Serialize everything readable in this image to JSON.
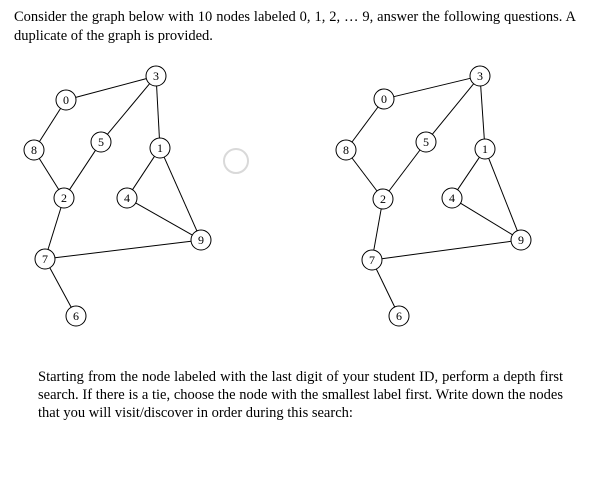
{
  "intro_text": "Consider the graph below with 10 nodes labeled 0, 1, 2, … 9, answer the following questions. A duplicate of the graph is provided.",
  "question_text": "Starting from the node labeled with the last digit of your student ID, perform a depth first search. If there is a tie, choose the node with the smallest label first. Write down the nodes that you will visit/discover in order during this search:",
  "graphs": [
    {
      "name": "graph-original",
      "node_labels": [
        "0",
        "1",
        "2",
        "3",
        "4",
        "5",
        "6",
        "7",
        "8",
        "9"
      ],
      "edges": [
        [
          "0",
          "3"
        ],
        [
          "0",
          "8"
        ],
        [
          "8",
          "2"
        ],
        [
          "2",
          "5"
        ],
        [
          "5",
          "3"
        ],
        [
          "3",
          "1"
        ],
        [
          "1",
          "4"
        ],
        [
          "1",
          "9"
        ],
        [
          "4",
          "9"
        ],
        [
          "2",
          "7"
        ],
        [
          "7",
          "9"
        ],
        [
          "7",
          "6"
        ]
      ]
    },
    {
      "name": "graph-duplicate",
      "node_labels": [
        "0",
        "1",
        "2",
        "3",
        "4",
        "5",
        "6",
        "7",
        "8",
        "9"
      ],
      "edges": [
        [
          "0",
          "3"
        ],
        [
          "0",
          "8"
        ],
        [
          "8",
          "2"
        ],
        [
          "2",
          "5"
        ],
        [
          "5",
          "3"
        ],
        [
          "3",
          "1"
        ],
        [
          "1",
          "4"
        ],
        [
          "1",
          "9"
        ],
        [
          "4",
          "9"
        ],
        [
          "2",
          "7"
        ],
        [
          "7",
          "9"
        ],
        [
          "7",
          "6"
        ]
      ]
    }
  ]
}
